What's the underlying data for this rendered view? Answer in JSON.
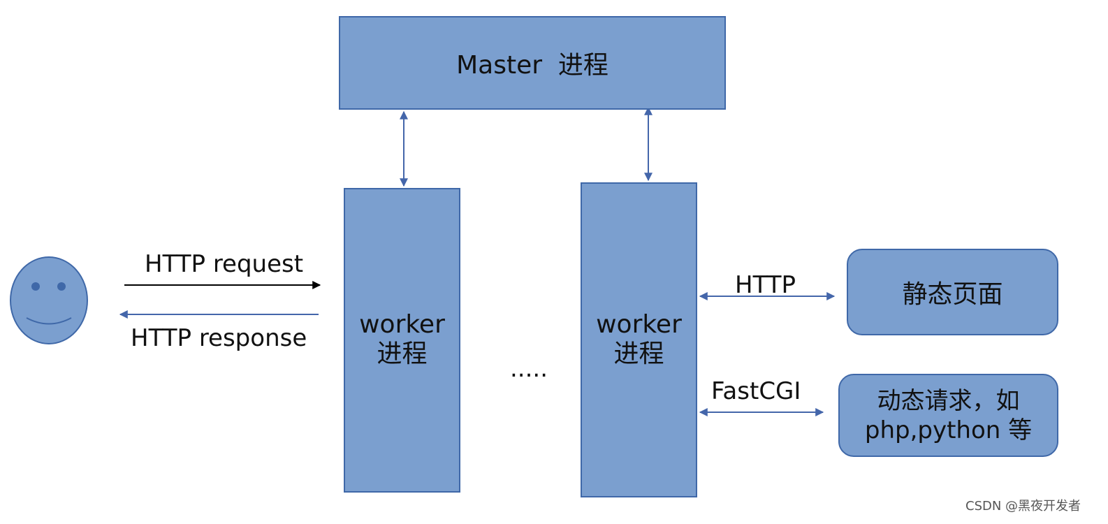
{
  "master": {
    "line": "Master  进程"
  },
  "worker_left": {
    "line1": "worker",
    "line2": "进程"
  },
  "worker_right": {
    "line1": "worker",
    "line2": "进程"
  },
  "ellipsis": ".....",
  "http_request_label": "HTTP request",
  "http_response_label": "HTTP response",
  "http_label": "HTTP",
  "fastcgi_label": "FastCGI",
  "static_page": {
    "line": "静态页面"
  },
  "dynamic_request": {
    "line1": "动态请求，如",
    "line2": "php,python 等"
  },
  "watermark": "CSDN @黑夜开发者",
  "colors": {
    "box_fill": "#7b9fcf",
    "box_border": "#3f68a8",
    "arrow_blue": "#4466aa",
    "arrow_black": "#000000"
  }
}
